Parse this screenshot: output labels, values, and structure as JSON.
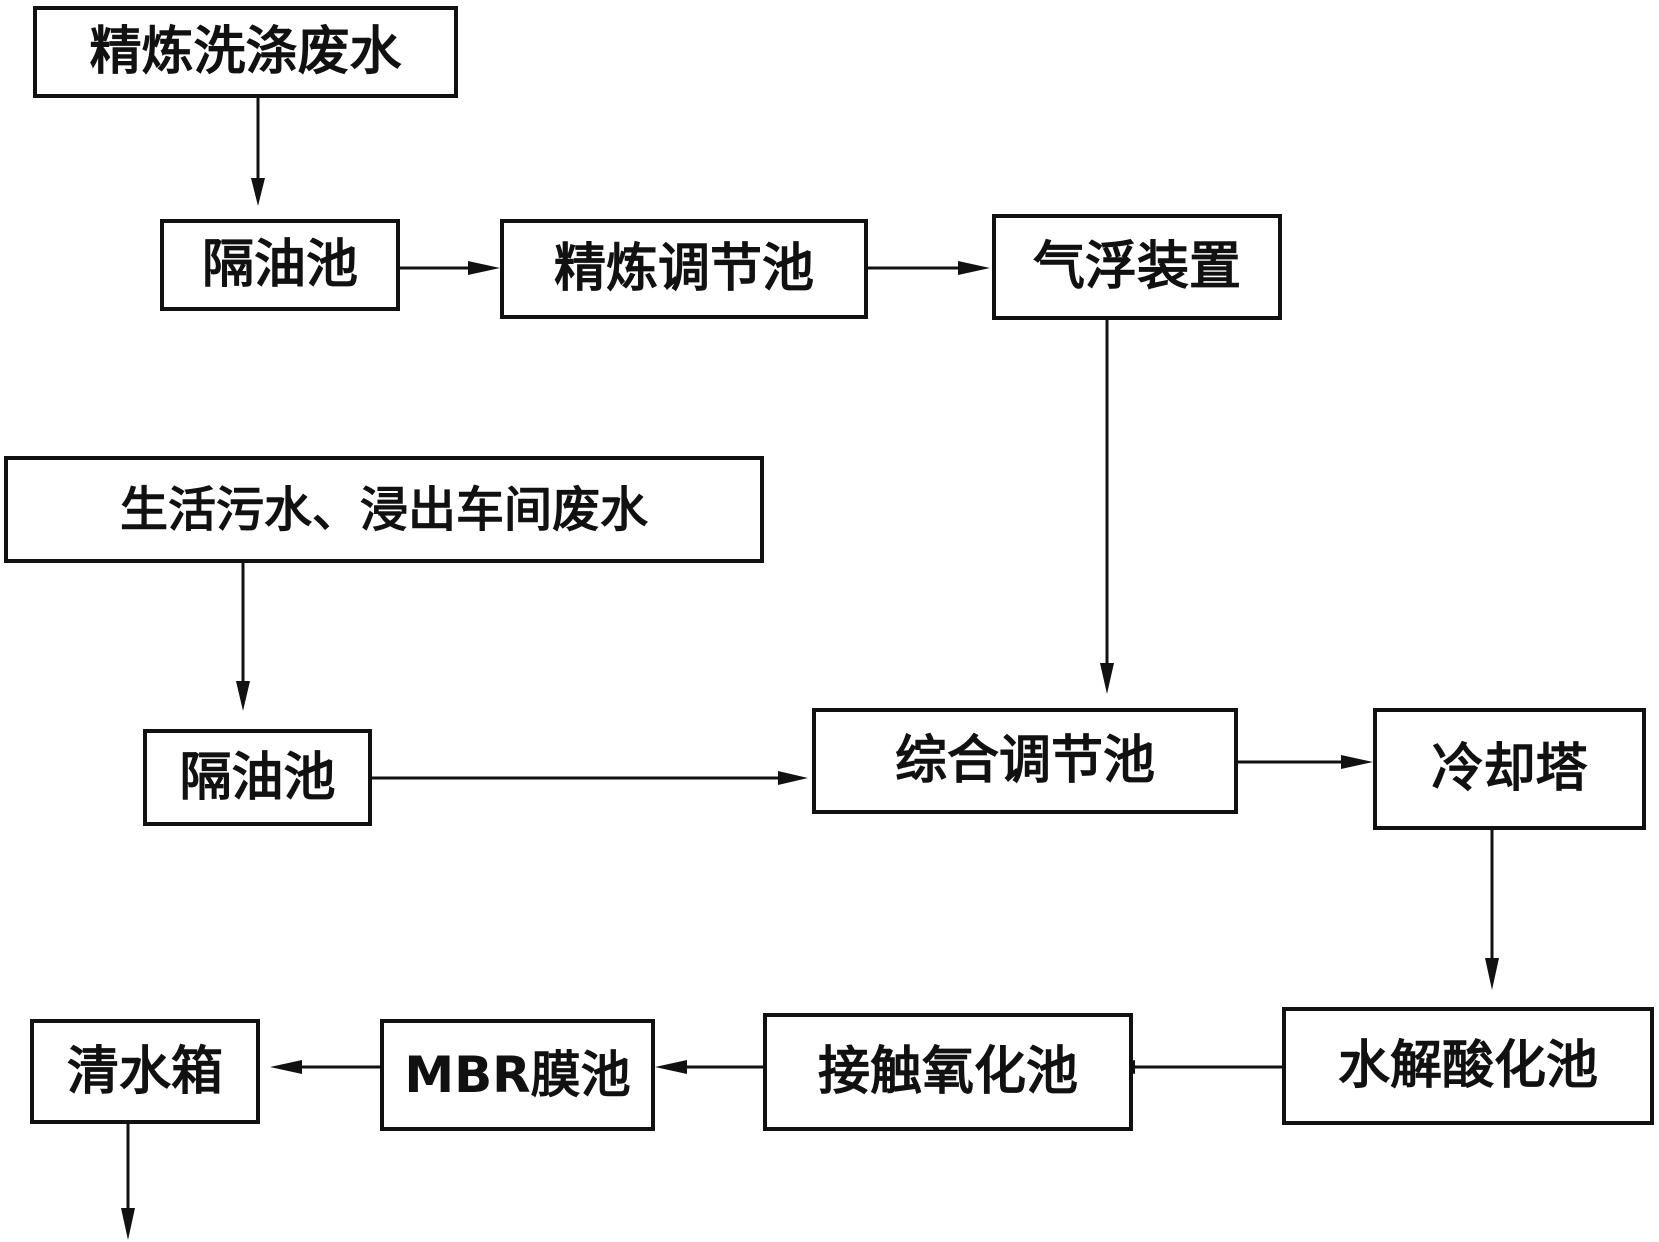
{
  "nodes": {
    "refining_wash_wastewater": "精炼洗涤废水",
    "oil_separator_1": "隔油池",
    "refining_equalization_tank": "精炼调节池",
    "air_flotation_unit": "气浮装置",
    "domestic_leaching_wastewater": "生活污水、浸出车间废水",
    "oil_separator_2": "隔油池",
    "comprehensive_equalization_tank": "综合调节池",
    "cooling_tower": "冷却塔",
    "hydrolysis_acidification_tank": "水解酸化池",
    "contact_oxidation_tank": "接触氧化池",
    "mbr_membrane_tank": "MBR膜池",
    "clean_water_tank": "清水箱"
  },
  "edges": [
    {
      "from": "refining_wash_wastewater",
      "to": "oil_separator_1"
    },
    {
      "from": "oil_separator_1",
      "to": "refining_equalization_tank"
    },
    {
      "from": "refining_equalization_tank",
      "to": "air_flotation_unit"
    },
    {
      "from": "air_flotation_unit",
      "to": "comprehensive_equalization_tank"
    },
    {
      "from": "domestic_leaching_wastewater",
      "to": "oil_separator_2"
    },
    {
      "from": "oil_separator_2",
      "to": "comprehensive_equalization_tank"
    },
    {
      "from": "comprehensive_equalization_tank",
      "to": "cooling_tower"
    },
    {
      "from": "cooling_tower",
      "to": "hydrolysis_acidification_tank"
    },
    {
      "from": "hydrolysis_acidification_tank",
      "to": "contact_oxidation_tank"
    },
    {
      "from": "contact_oxidation_tank",
      "to": "mbr_membrane_tank"
    },
    {
      "from": "mbr_membrane_tank",
      "to": "clean_water_tank"
    },
    {
      "from": "clean_water_tank",
      "to": "outlet"
    }
  ]
}
